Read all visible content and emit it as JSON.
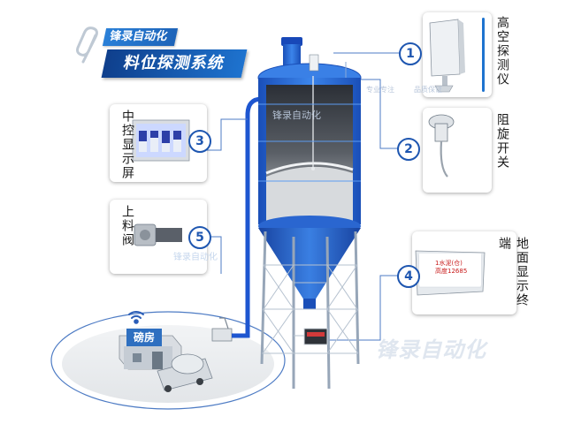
{
  "brand": {
    "company_name": "锋录自动化",
    "system_title": "料位探测系统"
  },
  "callouts": [
    {
      "number": "1",
      "label": "高空探测仪"
    },
    {
      "number": "2",
      "label": "阻旋开关"
    },
    {
      "number": "3",
      "label": "中控显示屏"
    },
    {
      "number": "4",
      "label": "地面显示终端"
    },
    {
      "number": "5",
      "label": "上料阀"
    }
  ],
  "house_label": "磅房",
  "silo_watermark": "锋录自动化",
  "silo_small_text": [
    "专业专注",
    "品质保证"
  ],
  "valve_watermark": "锋录自动化",
  "bottom_watermark": "锋录自动化",
  "terminal_screen": {
    "line1": "1水泥(仓)",
    "line2": "高度12685"
  },
  "colors": {
    "brand_blue": "#1e56b0",
    "silo_blue": "#2f6fd6",
    "accent": "#1e73cf"
  }
}
